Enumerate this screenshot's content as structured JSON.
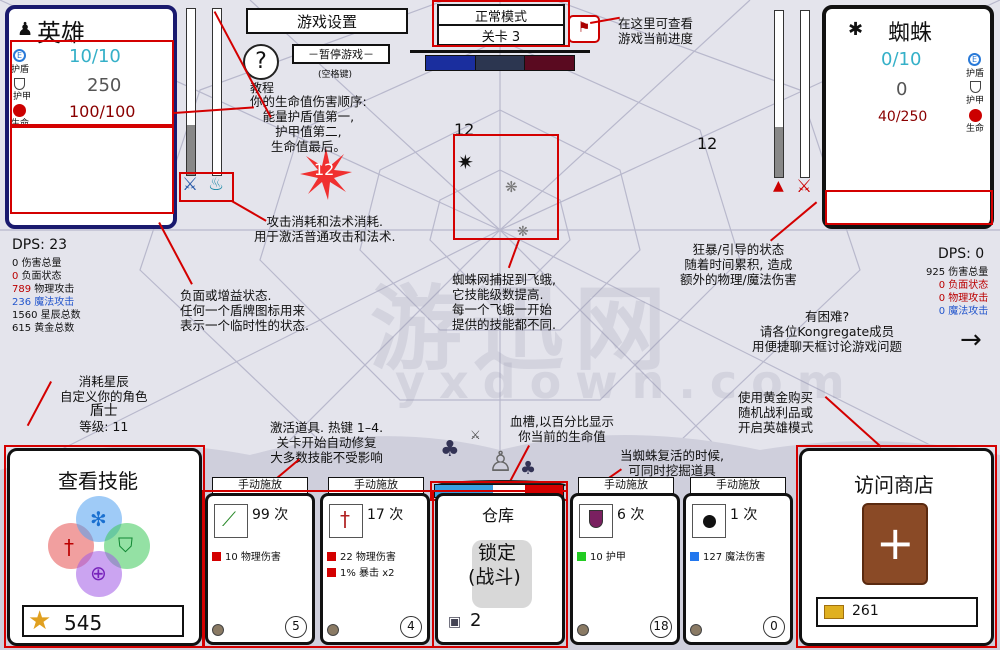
{
  "hero": {
    "title": "英雄",
    "shield_value": "10/10",
    "armor_value": "250",
    "hp_value": "100/100",
    "shield_label": "护盾",
    "armor_label": "护甲",
    "hp_label": "生命",
    "dps": "DPS: 23",
    "stats": [
      {
        "num": "0",
        "label": "伤害总量"
      },
      {
        "num": "0",
        "label": "负面状态"
      },
      {
        "num": "789",
        "label": "物理攻击"
      },
      {
        "num": "236",
        "label": "魔法攻击"
      },
      {
        "num": "1560",
        "label": "星辰总数"
      },
      {
        "num": "615",
        "label": "黄金总数"
      }
    ],
    "attack_bar_level": 0.3,
    "spell_bar_level": 0.0,
    "damage_float": "12"
  },
  "enemy": {
    "title": "蜘蛛",
    "shield_value": "0/10",
    "armor_value": "0",
    "hp_value": "40/250",
    "shield_label": "护盾",
    "armor_label": "护甲",
    "hp_label": "生命",
    "dps": "DPS: 0",
    "stats": [
      {
        "num": "925",
        "label": "伤害总量"
      },
      {
        "num": "0",
        "label": "负面状态"
      },
      {
        "num": "0",
        "label": "物理攻击"
      },
      {
        "num": "0",
        "label": "魔法攻击"
      }
    ],
    "rage_bar_level": 0.3,
    "damage_float": "12"
  },
  "top": {
    "settings_label": "游戏设置",
    "help_label": "教程",
    "pause_label": "－暂停游戏－",
    "pause_hint": "(空格键)",
    "mode_label": "正常模式",
    "level_label": "关卡 3",
    "progress_colors": [
      "#1a2e9e",
      "#2c3650",
      "#5a0a20"
    ]
  },
  "arena": {
    "damage_float": "12"
  },
  "annotations": {
    "progress_hint": [
      "在这里可查看",
      "游戏当前进度"
    ],
    "damage_order": [
      "你的生命值伤害顺序:",
      "能量护盾值第一,",
      "护甲值第二,",
      "生命值最后。"
    ],
    "bars_hint": [
      "攻击消耗和法术消耗.",
      "用于激活普通攻击和法术."
    ],
    "status_hint": [
      "负面或增益状态.",
      "任何一个盾牌图标用来",
      "表示一个临时性的状态."
    ],
    "web_hint": [
      "蜘蛛网捕捉到飞蛾,",
      "它技能级数提高.",
      "每一个飞蛾一开始",
      "提供的技能都不同."
    ],
    "rage_hint": [
      "狂暴/引导的状态",
      "随着时间累积, 造成",
      "额外的物理/魔法伤害"
    ],
    "help_hint": [
      "有困难?",
      "请各位Kongregate成员",
      "用便捷聊天框讨论游戏问题"
    ],
    "class_hint": [
      "消耗星辰",
      "自定义你的角色",
      "盾士",
      "等级: 11"
    ],
    "items_hint": [
      "激活道具. 热键 1–4.",
      "关卡开始自动修复",
      "大多数技能不受影响"
    ],
    "hpbar_hint": [
      "血槽,以百分比显示",
      "你当前的生命值"
    ],
    "revive_hint": [
      "当蜘蛛复活的时候,",
      "可同时挖掘道具"
    ],
    "shop_hint": [
      "使用黄金购买",
      "随机战利品或",
      "开启英雄模式"
    ]
  },
  "skills_panel": {
    "title": "查看技能",
    "stars": "545"
  },
  "shop_panel": {
    "title": "访问商店",
    "gold": "261"
  },
  "cards": [
    {
      "tab": "手动施放",
      "count": "99 次",
      "stats": [
        {
          "color": "#d40000",
          "text": "10 物理伤害"
        }
      ],
      "timer": "5"
    },
    {
      "tab": "手动施放",
      "count": "17 次",
      "stats": [
        {
          "color": "#d40000",
          "text": "22 物理伤害"
        },
        {
          "color": "#d40000",
          "text": "1% 暴击 x2"
        }
      ],
      "timer": "4"
    },
    {
      "tab": "手动施放",
      "count": "6 次",
      "stats": [
        {
          "color": "#22cc22",
          "text": "10 护甲"
        }
      ],
      "timer": "18"
    },
    {
      "tab": "手动施放",
      "count": "1 次",
      "stats": [
        {
          "color": "#2277ee",
          "text": "127 魔法伤害"
        }
      ],
      "timer": "0"
    }
  ],
  "storage": {
    "title": "仓库",
    "locked": "锁定",
    "battle": "(战斗)",
    "count": "2",
    "hp_fraction": 0.45
  },
  "watermark": {
    "main": "游迅网",
    "sub": "yxdown.com"
  }
}
